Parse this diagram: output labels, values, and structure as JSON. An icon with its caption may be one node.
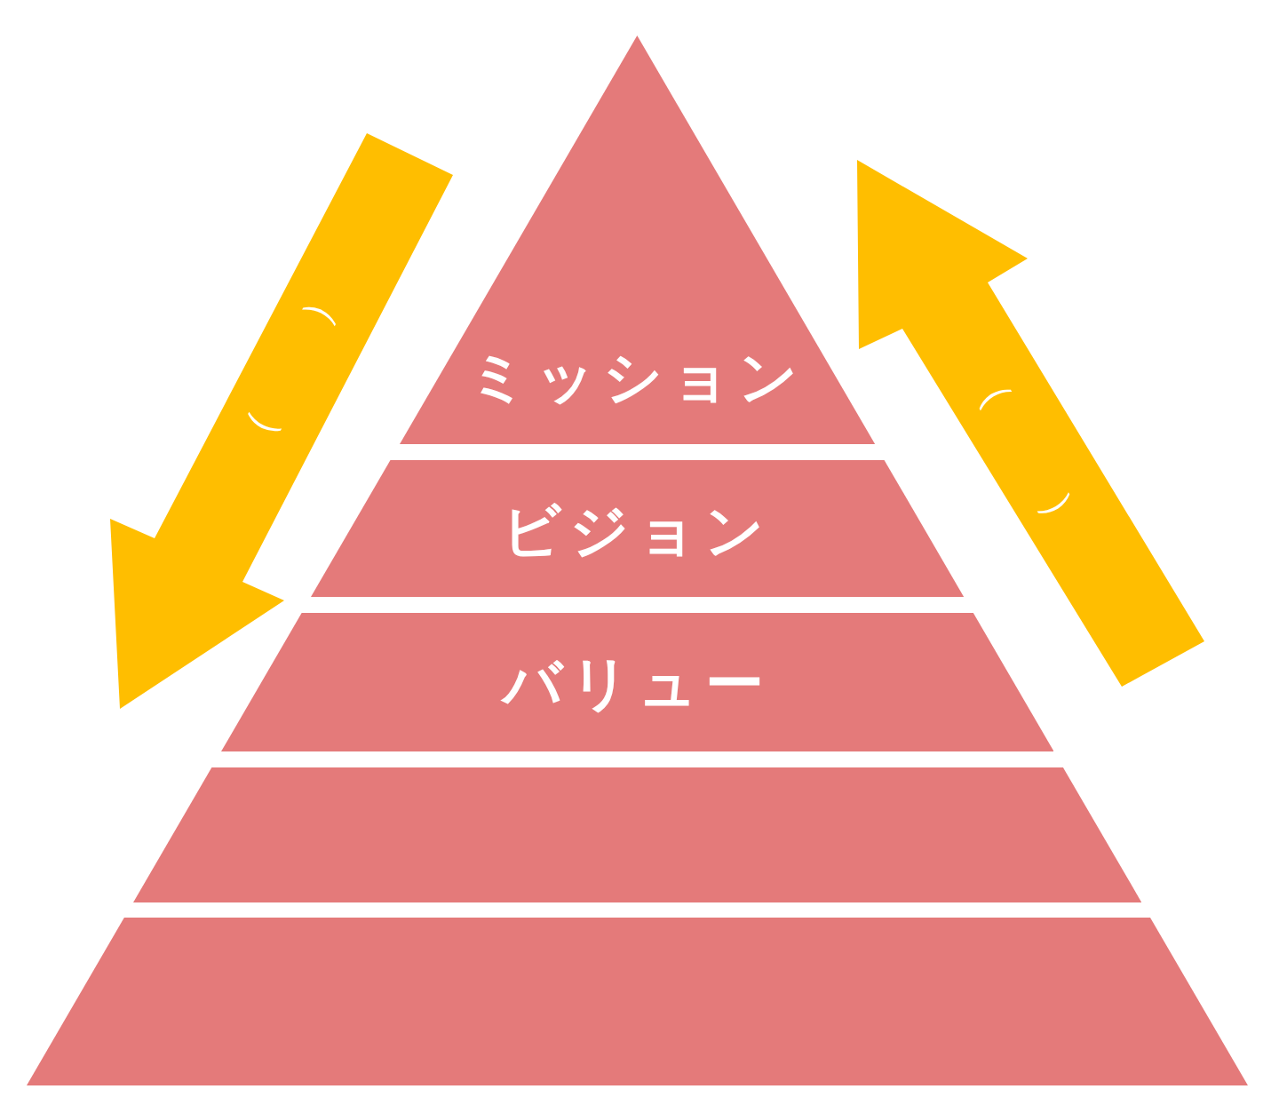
{
  "diagram": {
    "nodes": [
      {
        "text": [
          "ミッション"
        ]
      },
      {
        "text": [
          "ビジョン"
        ]
      },
      {
        "text": [
          "バリュー"
        ]
      },
      {
        "text": [],
        "shape": "band"
      },
      {
        "text": [],
        "shape": "band"
      }
    ],
    "labels": [
      "（",
      "）",
      "（",
      "）"
    ]
  }
}
